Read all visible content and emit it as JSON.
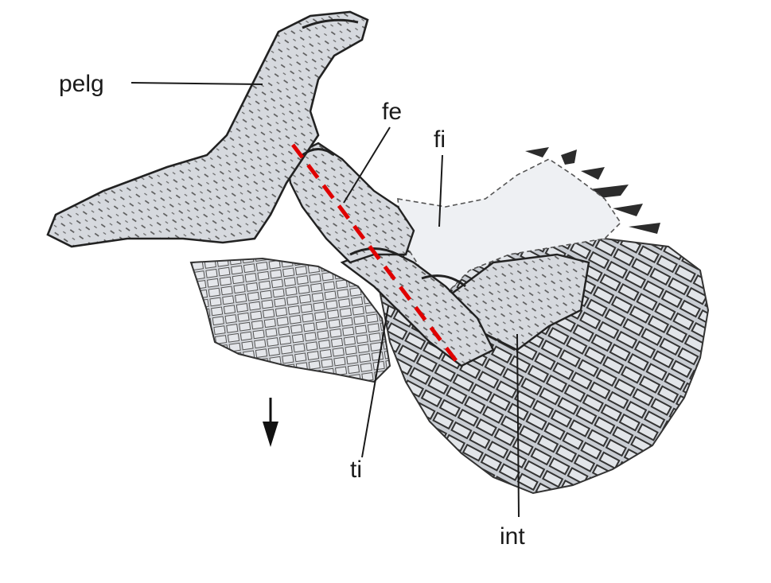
{
  "labels": {
    "pelg": "pelg",
    "fe": "fe",
    "fi": "fi",
    "ti": "ti",
    "int": "int"
  },
  "colors": {
    "background": "#ffffff",
    "bone_fill": "#d4d7dc",
    "bone_fill_light": "#e6e8ec",
    "ink": "#2a2a2a",
    "axis_line": "#e00000"
  },
  "icons": [
    "down-arrow-icon"
  ]
}
